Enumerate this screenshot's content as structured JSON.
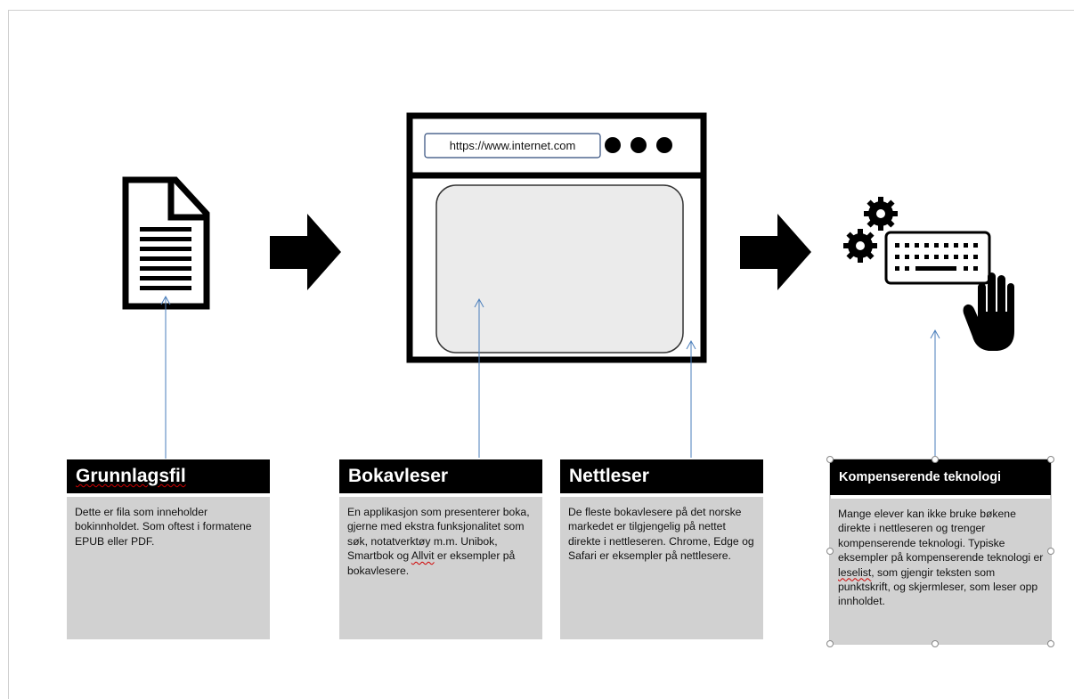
{
  "browser": {
    "url": "https://www.internet.com"
  },
  "cards": {
    "grunnlagsfil": {
      "title": "Grunnlagsfil",
      "body": "Dette er fila som inneholder bokinnholdet. Som oftest i formatene EPUB eller PDF."
    },
    "bokavleser": {
      "title": "Bokavleser",
      "body_before": "En applikasjon som presenterer boka, gjerne med ekstra funksjonalitet som søk, notatverktøy m.m. Unibok, Smartbok og ",
      "body_marked": "Allvit",
      "body_after": " er eksempler på bokavlesere."
    },
    "nettleser": {
      "title": "Nettleser",
      "body": "De fleste bokavlesere på det norske markedet er tilgjengelig på nettet direkte i nettleseren. Chrome, Edge og Safari er eksempler på nettlesere."
    },
    "kompenserende": {
      "title": "Kompenserende teknologi",
      "body_before": "Mange elever kan ikke bruke bøkene direkte i nettleseren og trenger kompenserende teknologi. Typiske eksempler på kompenserende teknologi er ",
      "body_marked": "leselist",
      "body_after": ", som gjengir teksten som punktskrift, og skjermleser, som leser opp innholdet."
    }
  },
  "icons": [
    "document-icon",
    "arrow-right-icon",
    "browser-window-icon",
    "gear-icon",
    "keyboard-icon",
    "hand-icon"
  ],
  "colors": {
    "card_header": "#000000",
    "card_body": "#d1d1d1",
    "connector": "#4a7ebb"
  }
}
